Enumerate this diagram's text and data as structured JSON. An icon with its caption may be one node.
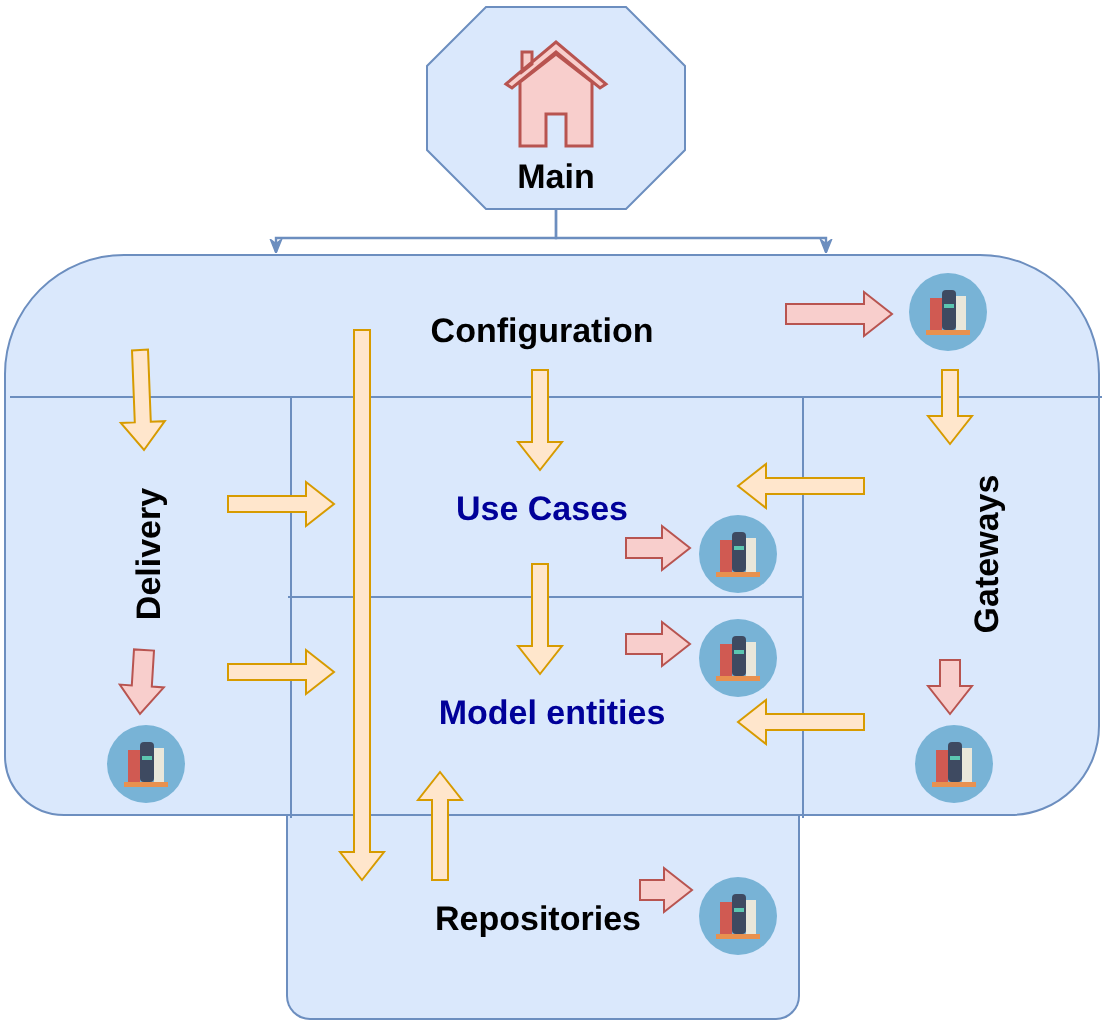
{
  "diagram": {
    "nodes": [
      {
        "text": [
          "Main"
        ]
      },
      {
        "text": [
          "Configuration"
        ]
      },
      {
        "text": [
          "Delivery"
        ],
        "in": 1
      },
      {
        "text": [
          "Gateways"
        ],
        "in": 1
      },
      {
        "text": [
          "Use Cases"
        ],
        "in": 1
      },
      {
        "text": [
          "Model entities"
        ],
        "in": 1
      },
      {
        "text": [
          "Repositories"
        ]
      },
      {
        "text": [],
        "shape": "circle",
        "in": 1
      },
      {
        "text": [],
        "shape": "circle",
        "in": 4
      },
      {
        "text": [],
        "shape": "circle",
        "in": 5
      },
      {
        "text": [],
        "shape": "circle",
        "in": 2
      },
      {
        "text": [],
        "shape": "circle",
        "in": 3
      },
      {
        "text": [],
        "shape": "circle",
        "in": 6
      }
    ],
    "edges": [
      {
        "from": 0,
        "to": 1,
        "arrow": "to",
        "color": "#6c8ebf"
      },
      {
        "from": 0,
        "to": 1,
        "arrow": "to",
        "color": "#6c8ebf"
      },
      {
        "from": 1,
        "to": 2,
        "arrow": "to",
        "style": "thick"
      },
      {
        "from": 1,
        "to": 4,
        "arrow": "to",
        "style": "thick"
      },
      {
        "from": 1,
        "to": 3,
        "arrow": "to",
        "style": "thick"
      },
      {
        "from": 1,
        "to": 6,
        "arrow": "to",
        "style": "thick"
      },
      {
        "from": 2,
        "to": 4,
        "arrow": "to",
        "style": "thick"
      },
      {
        "from": 2,
        "to": 5,
        "arrow": "to",
        "style": "thick"
      },
      {
        "from": 3,
        "to": 4,
        "arrow": "to",
        "style": "thick"
      },
      {
        "from": 3,
        "to": 5,
        "arrow": "to",
        "style": "thick"
      },
      {
        "from": 4,
        "to": 5,
        "arrow": "to",
        "style": "thick"
      },
      {
        "from": 6,
        "to": 5,
        "arrow": "to",
        "style": "thick"
      },
      {
        "from": 1,
        "to": 7,
        "arrow": "to",
        "style": "thick",
        "color": "#f8cecc"
      },
      {
        "from": 4,
        "to": 8,
        "arrow": "to",
        "style": "thick",
        "color": "#f8cecc"
      },
      {
        "from": 5,
        "to": 9,
        "arrow": "to",
        "style": "thick",
        "color": "#f8cecc"
      },
      {
        "from": 2,
        "to": 10,
        "arrow": "to",
        "style": "thick",
        "color": "#f8cecc"
      },
      {
        "from": 3,
        "to": 11,
        "arrow": "to",
        "style": "thick",
        "color": "#f8cecc"
      },
      {
        "from": 6,
        "to": 12,
        "arrow": "to",
        "style": "thick",
        "color": "#f8cecc"
      }
    ]
  }
}
